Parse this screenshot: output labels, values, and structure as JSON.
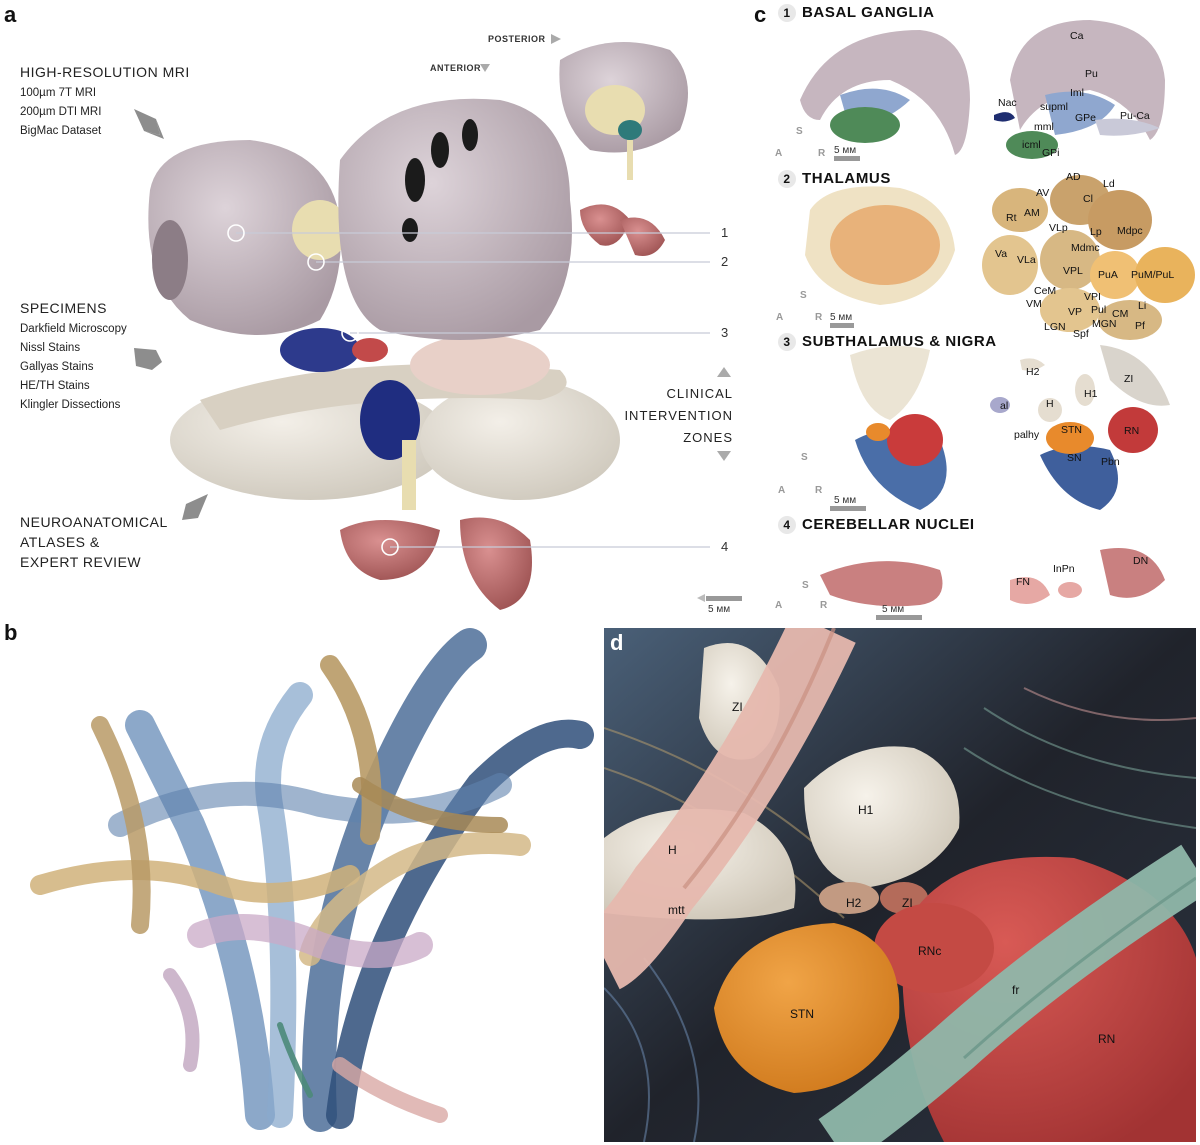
{
  "panel_labels": {
    "a": "a",
    "b": "b",
    "c": "c",
    "d": "d"
  },
  "panel_a": {
    "sections": [
      {
        "title": "HIGH-RESOLUTION MRI",
        "items": [
          "100µm 7T MRI",
          "200µm DTI MRI",
          "BigMac Dataset"
        ]
      },
      {
        "title": "SPECIMENS",
        "items": [
          "Darkfield Microscopy",
          "Nissl Stains",
          "Gallyas Stains",
          "HE/TH Stains",
          "Klingler Dissections"
        ]
      },
      {
        "title_lines": [
          "NEUROANATOMICAL",
          "ATLASES &",
          "EXPERT REVIEW"
        ]
      }
    ],
    "orientation": {
      "posterior": "POSTERIOR",
      "anterior": "ANTERIOR"
    },
    "callouts": [
      "1",
      "2",
      "3",
      "4"
    ],
    "clinical_zones": [
      "CLINICAL",
      "INTERVENTION",
      "ZONES"
    ],
    "scale": "5 мм"
  },
  "panel_c": {
    "sections": [
      {
        "num": "1",
        "title": "BASAL GANGLIA",
        "scale": "5 мм",
        "labels": [
          "Ca",
          "Pu",
          "Iml",
          "Nac",
          "supml",
          "GPe",
          "Pu-Ca",
          "mml",
          "icml",
          "GPi"
        ]
      },
      {
        "num": "2",
        "title": "THALAMUS",
        "scale": "5 мм",
        "labels": [
          "AD",
          "Ld",
          "AV",
          "Cl",
          "Rt",
          "AM",
          "Mdpc",
          "VLp",
          "Lp",
          "Mdmc",
          "Va",
          "VLa",
          "VPL",
          "PuA",
          "PuM/PuL",
          "CeM",
          "VPI",
          "Li",
          "VM",
          "VP",
          "Pul",
          "CM",
          "LGN",
          "MGN",
          "Spf",
          "Pf"
        ]
      },
      {
        "num": "3",
        "title": "SUBTHALAMUS & NIGRA",
        "scale": "5 мм",
        "labels": [
          "H2",
          "ZI",
          "H1",
          "al",
          "H",
          "STN",
          "RN",
          "palhy",
          "SN",
          "Pbn"
        ]
      },
      {
        "num": "4",
        "title": "CEREBELLAR NUCLEI",
        "scale": "5 мм",
        "labels": [
          "FN",
          "InPn",
          "DN"
        ]
      }
    ],
    "axis": {
      "s": "S",
      "a": "A",
      "r": "R"
    }
  },
  "panel_d": {
    "labels": [
      "ZI",
      "H1",
      "H",
      "mtt",
      "H2",
      "ZI",
      "RNc",
      "STN",
      "fr",
      "RN"
    ]
  },
  "colors": {
    "brain": "#cbbfc6",
    "thalamus": "#e8c898",
    "basal": "#8fa7cf",
    "gpi": "#4f8a58",
    "stn": "#e88a2c",
    "rn": "#c24a4a",
    "sn": "#4a6ea8",
    "cerebellar": "#c98080",
    "fiber_blue": "#4d6e99",
    "fiber_tan": "#b89a66",
    "fiber_pink": "#d9a9a5",
    "fiber_green": "#7ea89c"
  }
}
